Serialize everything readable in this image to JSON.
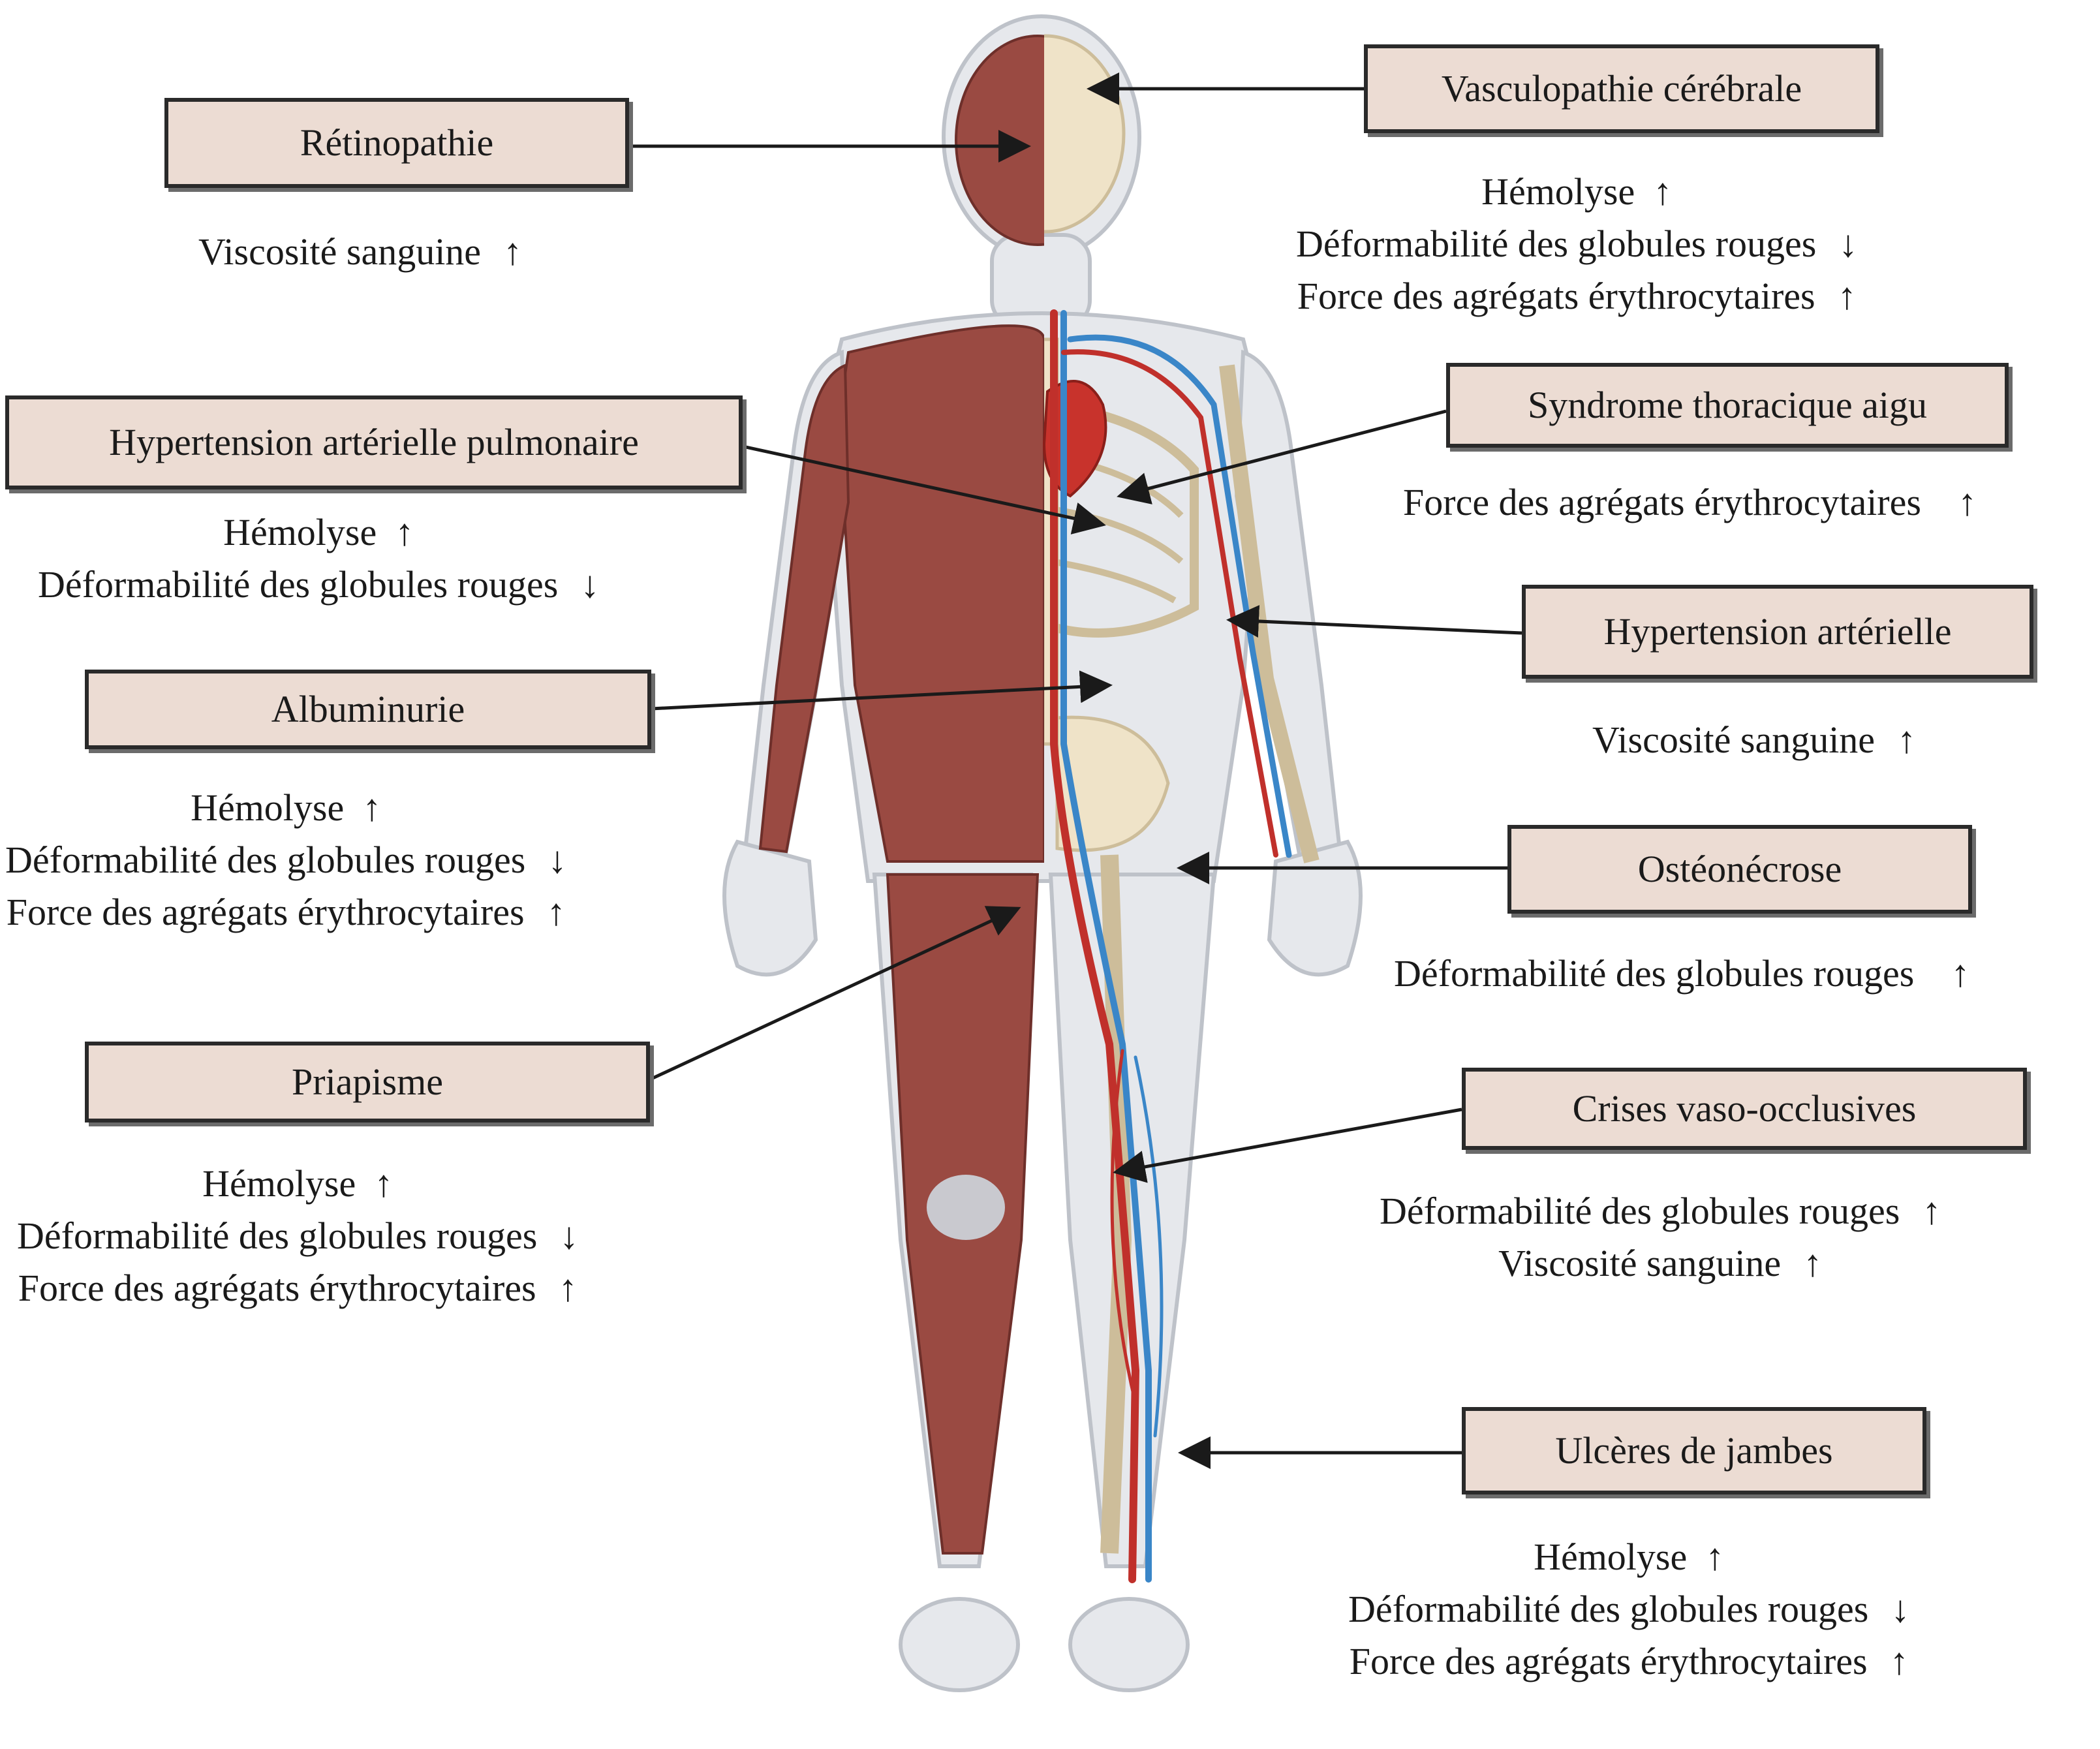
{
  "colors": {
    "box_fill": "#ecdcd3",
    "box_border": "#2a2a2a",
    "muscle": "#9a4a42",
    "artery": "#c0302b",
    "vein": "#3a86c8",
    "bone": "#efe3c8",
    "heart": "#c8332c",
    "arrow": "#1a1a1a"
  },
  "callouts": [
    {
      "label": "Rétinopathie",
      "effects": [
        {
          "text": "Viscosité sanguine",
          "arrow": "↑"
        }
      ]
    },
    {
      "label": "Vasculopathie cérébrale",
      "effects": [
        {
          "text": "Hémolyse",
          "arrow": "↑"
        },
        {
          "text": "Déformabilité des globules rouges",
          "arrow": "↓"
        },
        {
          "text": "Force des agrégats érythrocytaires",
          "arrow": "↑"
        }
      ]
    },
    {
      "label": "Hypertension artérielle pulmonaire",
      "effects": [
        {
          "text": "Hémolyse",
          "arrow": "↑"
        },
        {
          "text": "Déformabilité des globules rouges",
          "arrow": "↓"
        }
      ]
    },
    {
      "label": "Syndrome thoracique aigu",
      "effects": [
        {
          "text": "Force des agrégats érythrocytaires",
          "arrow": "↑"
        }
      ]
    },
    {
      "label": "Hypertension artérielle",
      "effects": [
        {
          "text": "Viscosité sanguine",
          "arrow": "↑"
        }
      ]
    },
    {
      "label": "Albuminurie",
      "effects": [
        {
          "text": "Hémolyse",
          "arrow": "↑"
        },
        {
          "text": "Déformabilité des globules rouges",
          "arrow": "↓"
        },
        {
          "text": "Force des agrégats érythrocytaires",
          "arrow": "↑"
        }
      ]
    },
    {
      "label": "Ostéonécrose",
      "effects": [
        {
          "text": "Déformabilité des globules rouges",
          "arrow": "↑"
        }
      ]
    },
    {
      "label": "Priapisme",
      "effects": [
        {
          "text": "Hémolyse",
          "arrow": "↑"
        },
        {
          "text": "Déformabilité des globules rouges",
          "arrow": "↓"
        },
        {
          "text": "Force des agrégats érythrocytaires",
          "arrow": "↑"
        }
      ]
    },
    {
      "label": "Crises vaso-occlusives",
      "effects": [
        {
          "text": "Déformabilité des globules rouges",
          "arrow": "↑"
        },
        {
          "text": "Viscosité sanguine",
          "arrow": "↑"
        }
      ]
    },
    {
      "label": "Ulcères de jambes",
      "effects": [
        {
          "text": "Hémolyse",
          "arrow": "↑"
        },
        {
          "text": "Déformabilité des globules rouges",
          "arrow": "↓"
        },
        {
          "text": "Force des agrégats érythrocytaires",
          "arrow": "↑"
        }
      ]
    }
  ]
}
